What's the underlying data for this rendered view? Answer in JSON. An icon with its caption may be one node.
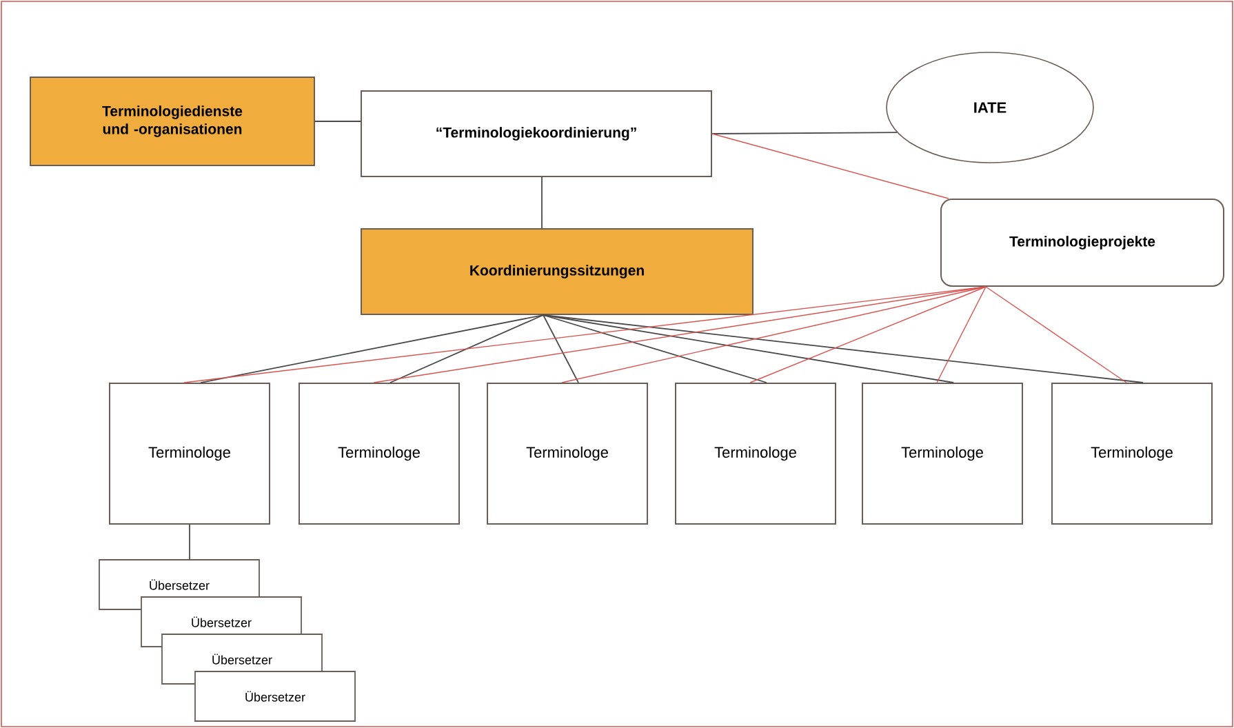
{
  "diagram": {
    "nodes": [
      {
        "text": [
          "Terminologiedienste und -organisationen"
        ]
      },
      {
        "text": [
          "“Terminologiekoordinierung”"
        ]
      },
      {
        "text": [
          "IATE"
        ]
      },
      {
        "text": [
          "Terminologieprojekte"
        ]
      },
      {
        "text": [
          "Koordinierungssitzungen"
        ]
      },
      {
        "text": [
          "Terminologe"
        ]
      },
      {
        "text": [
          "Terminologe"
        ]
      },
      {
        "text": [
          "Terminologe"
        ]
      },
      {
        "text": [
          "Terminologe"
        ]
      },
      {
        "text": [
          "Terminologe"
        ]
      },
      {
        "text": [
          "Terminologe"
        ]
      },
      {
        "text": [
          "Übersetzer"
        ]
      },
      {
        "text": [
          "Übersetzer"
        ]
      },
      {
        "text": [
          "Übersetzer"
        ]
      },
      {
        "text": [
          "Übersetzer"
        ]
      }
    ],
    "edges": [
      {
        "from": 0,
        "to": 1,
        "arrow": "none"
      },
      {
        "from": 1,
        "to": 2,
        "arrow": "none"
      },
      {
        "from": 1,
        "to": 3,
        "arrow": "none",
        "color": "#d9534f"
      },
      {
        "from": 1,
        "to": 4,
        "arrow": "none"
      },
      {
        "from": 4,
        "to": 5,
        "arrow": "none"
      },
      {
        "from": 4,
        "to": 6,
        "arrow": "none"
      },
      {
        "from": 4,
        "to": 7,
        "arrow": "none"
      },
      {
        "from": 4,
        "to": 8,
        "arrow": "none"
      },
      {
        "from": 4,
        "to": 9,
        "arrow": "none"
      },
      {
        "from": 4,
        "to": 10,
        "arrow": "none"
      },
      {
        "from": 3,
        "to": 5,
        "arrow": "none",
        "color": "#d9534f"
      },
      {
        "from": 3,
        "to": 6,
        "arrow": "none",
        "color": "#d9534f"
      },
      {
        "from": 3,
        "to": 7,
        "arrow": "none",
        "color": "#d9534f"
      },
      {
        "from": 3,
        "to": 8,
        "arrow": "none",
        "color": "#d9534f"
      },
      {
        "from": 3,
        "to": 9,
        "arrow": "none",
        "color": "#d9534f"
      },
      {
        "from": 3,
        "to": 10,
        "arrow": "none",
        "color": "#d9534f"
      },
      {
        "from": 5,
        "to": 11,
        "arrow": "none"
      }
    ]
  }
}
